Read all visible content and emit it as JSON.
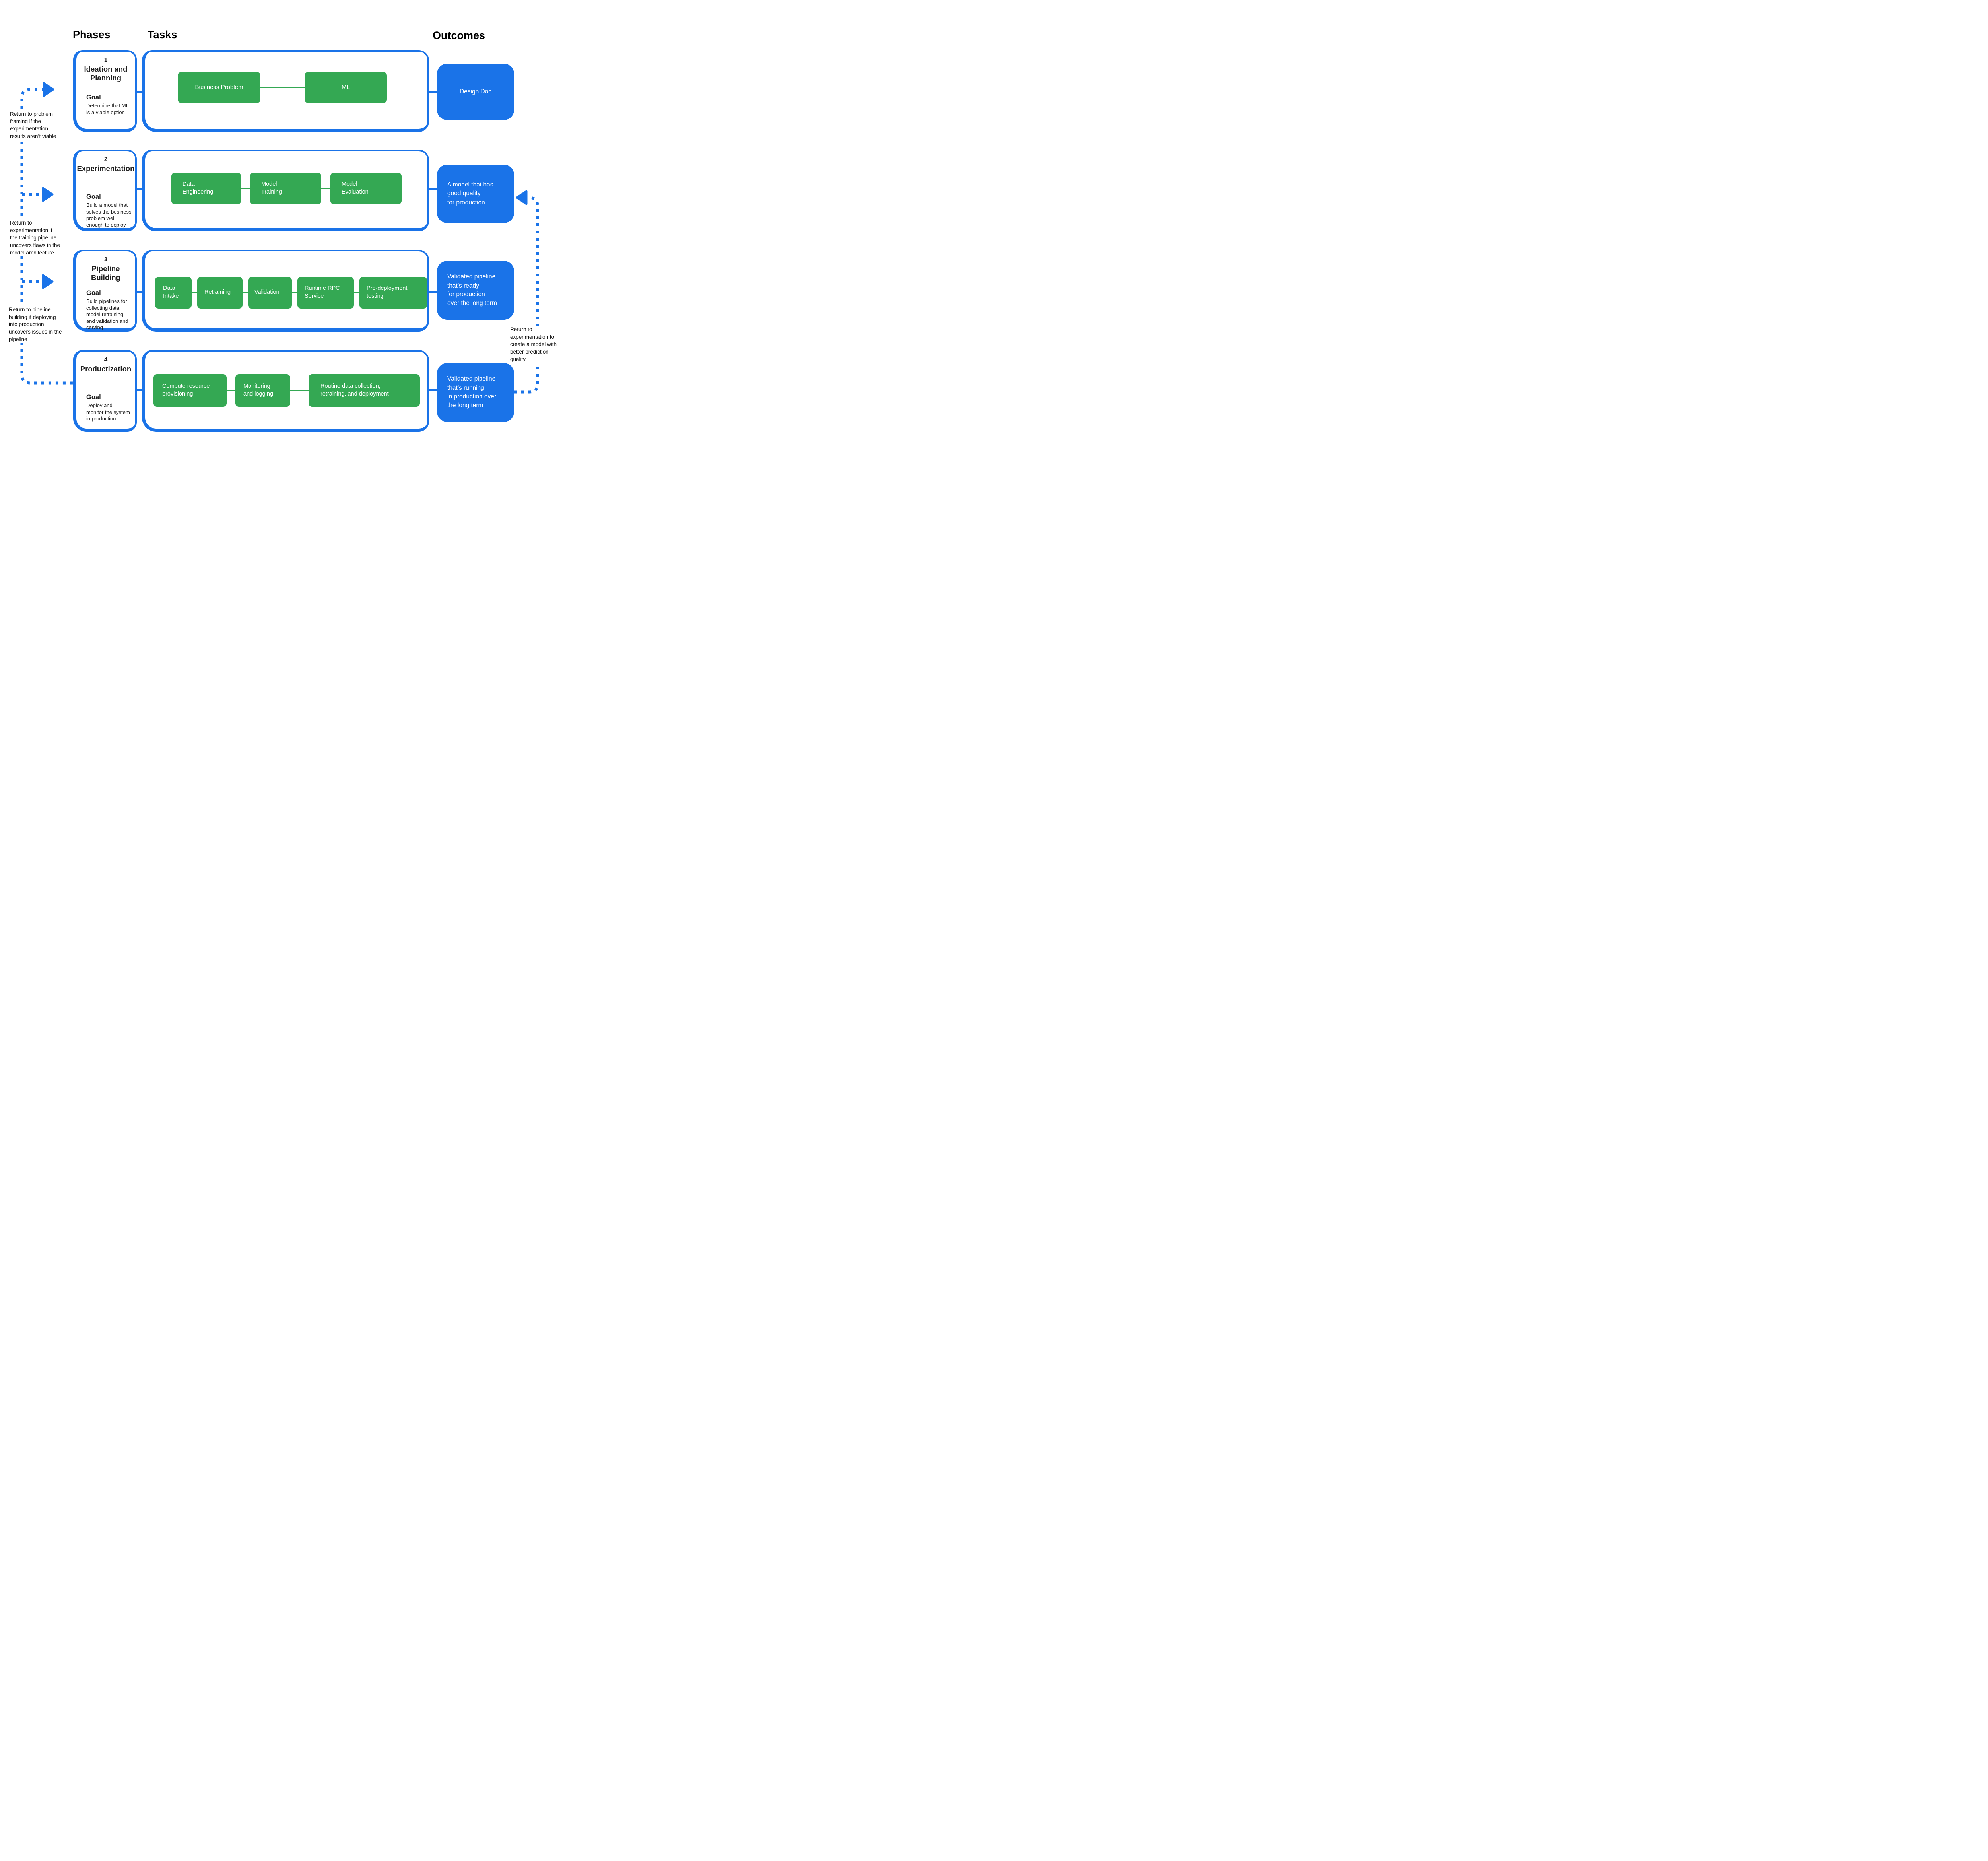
{
  "header": {
    "phases": "Phases",
    "tasks": "Tasks",
    "outcomes": "Outcomes"
  },
  "colors": {
    "accent_blue": "#1a73e8",
    "accent_green": "#34a853",
    "text": "#1f1f1f"
  },
  "rows": [
    {
      "number": "1",
      "title": "Ideation and\nPlanning",
      "goal_label": "Goal",
      "goal": "Determine that ML\nis a viable option",
      "tasks": [
        "Business Problem",
        "ML"
      ],
      "outcome": "Design Doc"
    },
    {
      "number": "2",
      "title": "Experimentation",
      "goal_label": "Goal",
      "goal": "Build a model that\nsolves the business\nproblem well\nenough to deploy",
      "tasks": [
        "Data\nEngineering",
        "Model\nTraining",
        "Model\nEvaluation"
      ],
      "outcome": "A model that has\ngood quality\nfor production"
    },
    {
      "number": "3",
      "title": "Pipeline Building",
      "goal_label": "Goal",
      "goal": "Build pipelines for\ncollecting data,\nmodel retraining\nand validation and\nserving",
      "tasks": [
        "Data\nIntake",
        "Retraining",
        "Validation",
        "Runtime RPC\nService",
        "Pre-deployment\ntesting"
      ],
      "outcome": "Validated pipeline\nthat’s ready\nfor production\nover the long term"
    },
    {
      "number": "4",
      "title": "Productization",
      "goal_label": "Goal",
      "goal": "Deploy and\nmonitor the system\nin production",
      "tasks": [
        "Compute resource\nprovisioning",
        "Monitoring\nand logging",
        "Routine data collection,\nretraining, and deployment"
      ],
      "outcome": "Validated pipeline\nthat’s running\nin production over\nthe long term"
    }
  ],
  "notes": {
    "left": [
      "Return to problem\nframing if the\nexperimentation\nresults aren’t viable",
      "Return to\nexperimentation if\nthe training pipeline\nuncovers flaws in the\nmodel architecture",
      "Return to pipeline\nbuilding if deploying\ninto production\nuncovers issues in the\npipeline"
    ],
    "right": "Return to\nexperimentation to\ncreate a model with\nbetter prediction\nquality"
  }
}
